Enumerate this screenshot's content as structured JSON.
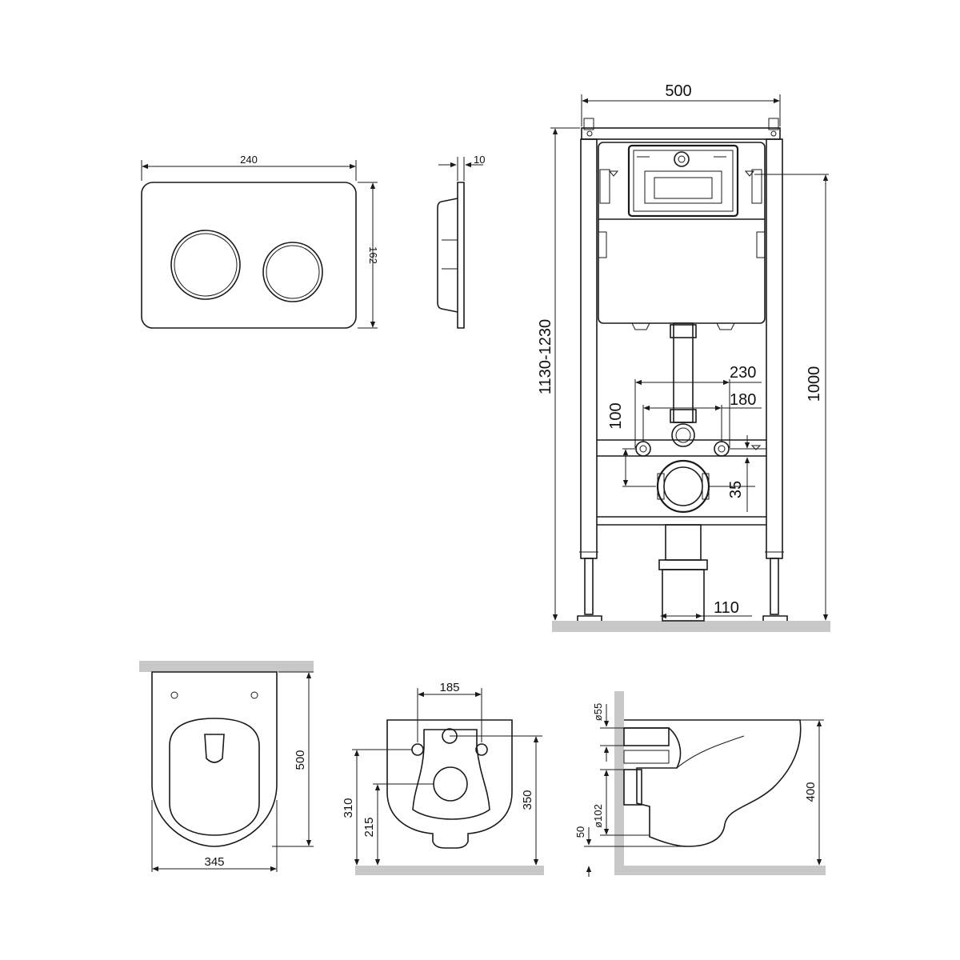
{
  "flush_plate": {
    "width_label": "240",
    "height_label": "162",
    "depth_label": "10"
  },
  "frame": {
    "width_label": "500",
    "height_range_label": "1130-1230",
    "total_height_label": "1000",
    "mount_spacing_outer_label": "230",
    "mount_spacing_inner_label": "180",
    "mount_height_label": "100",
    "drain_offset_label": "35",
    "drain_pipe_label": "110"
  },
  "bowl_top": {
    "length_label": "500",
    "width_label": "345"
  },
  "bowl_rear": {
    "hole_spacing_label": "185",
    "hole_height_label": "310",
    "outlet_height_label": "215",
    "total_height_label": "350"
  },
  "bowl_side": {
    "inlet_label": "ø55",
    "outlet_label": "ø102",
    "floor_offset_label": "50",
    "height_label": "400"
  }
}
